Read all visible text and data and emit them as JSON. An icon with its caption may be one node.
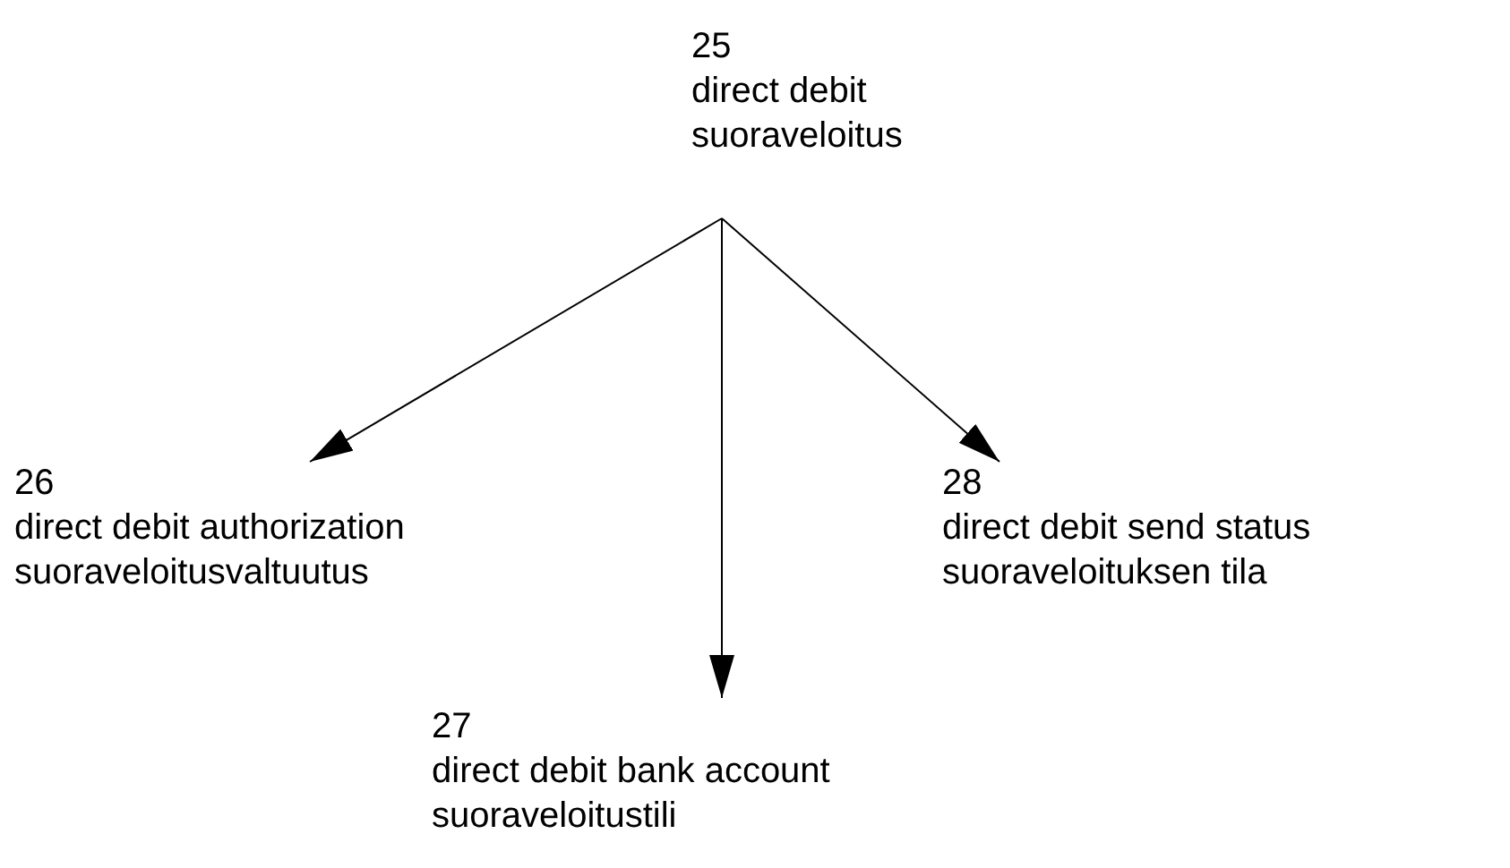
{
  "diagram": {
    "nodes": [
      {
        "text": [
          "25",
          "direct debit",
          "suoraveloitus"
        ]
      },
      {
        "text": [
          "26",
          "direct debit authorization",
          "suoraveloitusvaltuutus"
        ]
      },
      {
        "text": [
          "27",
          "direct debit bank account",
          "suoraveloitustili"
        ]
      },
      {
        "text": [
          "28",
          "direct debit send status",
          "suoraveloituksen tila"
        ]
      }
    ],
    "edges": [
      {
        "from": 0,
        "to": 1,
        "arrow": "to"
      },
      {
        "from": 0,
        "to": 2,
        "arrow": "to"
      },
      {
        "from": 0,
        "to": 3,
        "arrow": "to"
      }
    ]
  }
}
